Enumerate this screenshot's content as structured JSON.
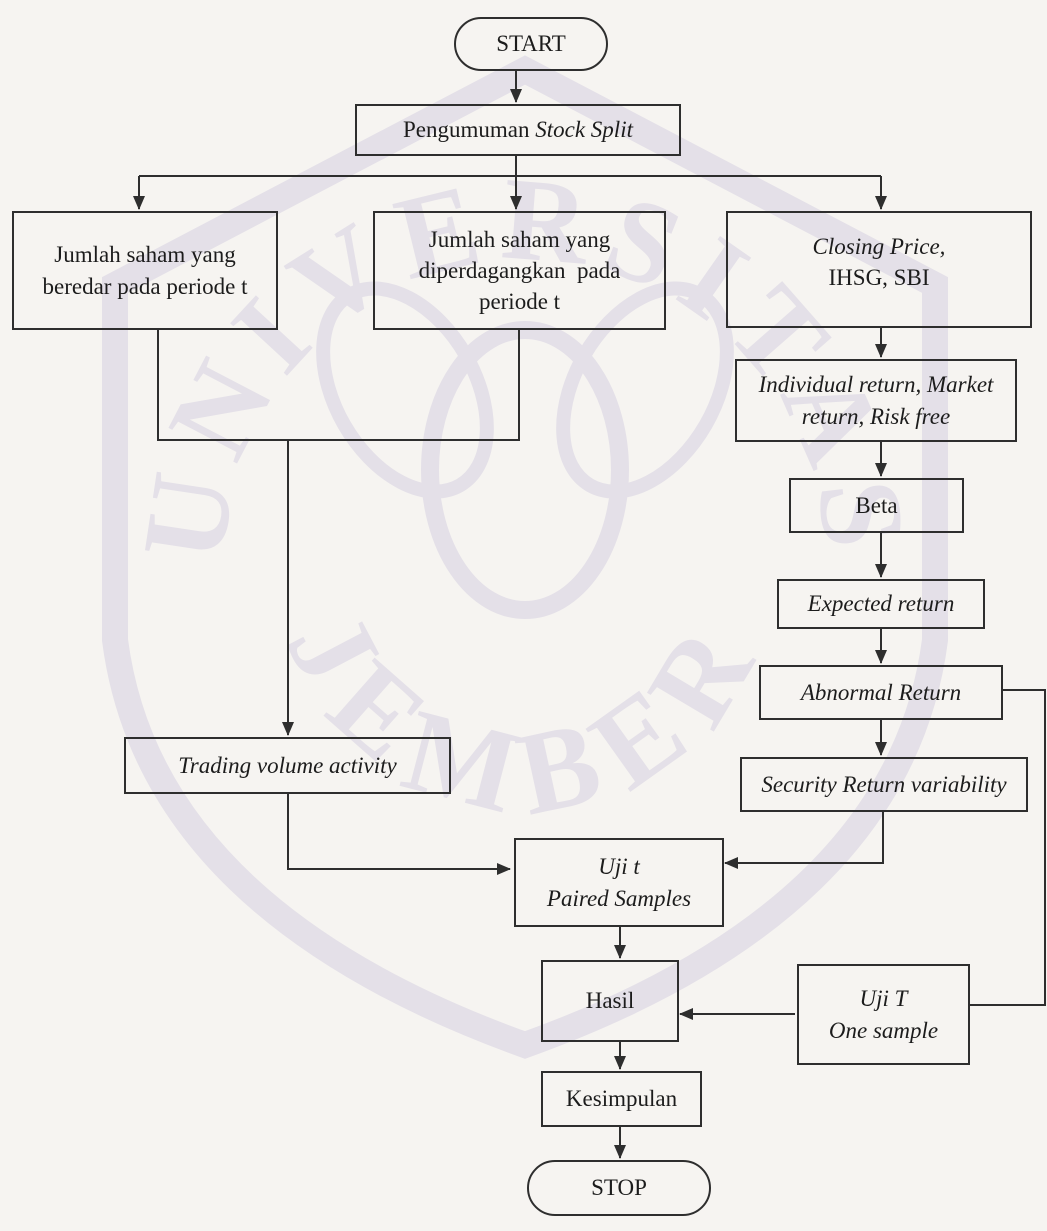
{
  "diagram": {
    "nodes": {
      "start": "START",
      "announce": {
        "prefix": "Pengumuman ",
        "emph": "Stock Split"
      },
      "shares_outstanding": [
        "Jumlah saham yang",
        "beredar pada periode t"
      ],
      "shares_traded": [
        "Jumlah saham yang",
        "diperdagangkan  pada",
        "periode t"
      ],
      "closing": {
        "line1": "Closing Price,",
        "line2": "IHSG, SBI"
      },
      "returns": [
        "Individual return, Market",
        "return, Risk free"
      ],
      "beta": "Beta",
      "expected": "Expected return",
      "abnormal": "Abnormal Return",
      "trading": "Trading volume activity",
      "srv": "Security Return variability",
      "uji_paired": [
        "Uji t",
        "Paired Samples"
      ],
      "hasil": "Hasil",
      "uji_one": [
        "Uji T",
        "One sample"
      ],
      "kesimpulan": "Kesimpulan",
      "stop": "STOP"
    },
    "edges": [
      [
        "start",
        "announce"
      ],
      [
        "announce",
        "shares_outstanding"
      ],
      [
        "announce",
        "shares_traded"
      ],
      [
        "announce",
        "closing"
      ],
      [
        "shares_outstanding",
        "trading"
      ],
      [
        "shares_traded",
        "trading"
      ],
      [
        "closing",
        "returns"
      ],
      [
        "returns",
        "beta"
      ],
      [
        "beta",
        "expected"
      ],
      [
        "expected",
        "abnormal"
      ],
      [
        "abnormal",
        "srv"
      ],
      [
        "abnormal",
        "uji_one"
      ],
      [
        "trading",
        "uji_paired"
      ],
      [
        "srv",
        "uji_paired"
      ],
      [
        "uji_paired",
        "hasil"
      ],
      [
        "uji_one",
        "hasil"
      ],
      [
        "hasil",
        "kesimpulan"
      ],
      [
        "kesimpulan",
        "stop"
      ]
    ],
    "watermark": "UNIVERSITAS JEMBER",
    "colors": {
      "line": "#2e2e2e",
      "text": "#1c1c1c",
      "watermark": "#e4e0e8",
      "paper": "#f6f4f1"
    }
  }
}
